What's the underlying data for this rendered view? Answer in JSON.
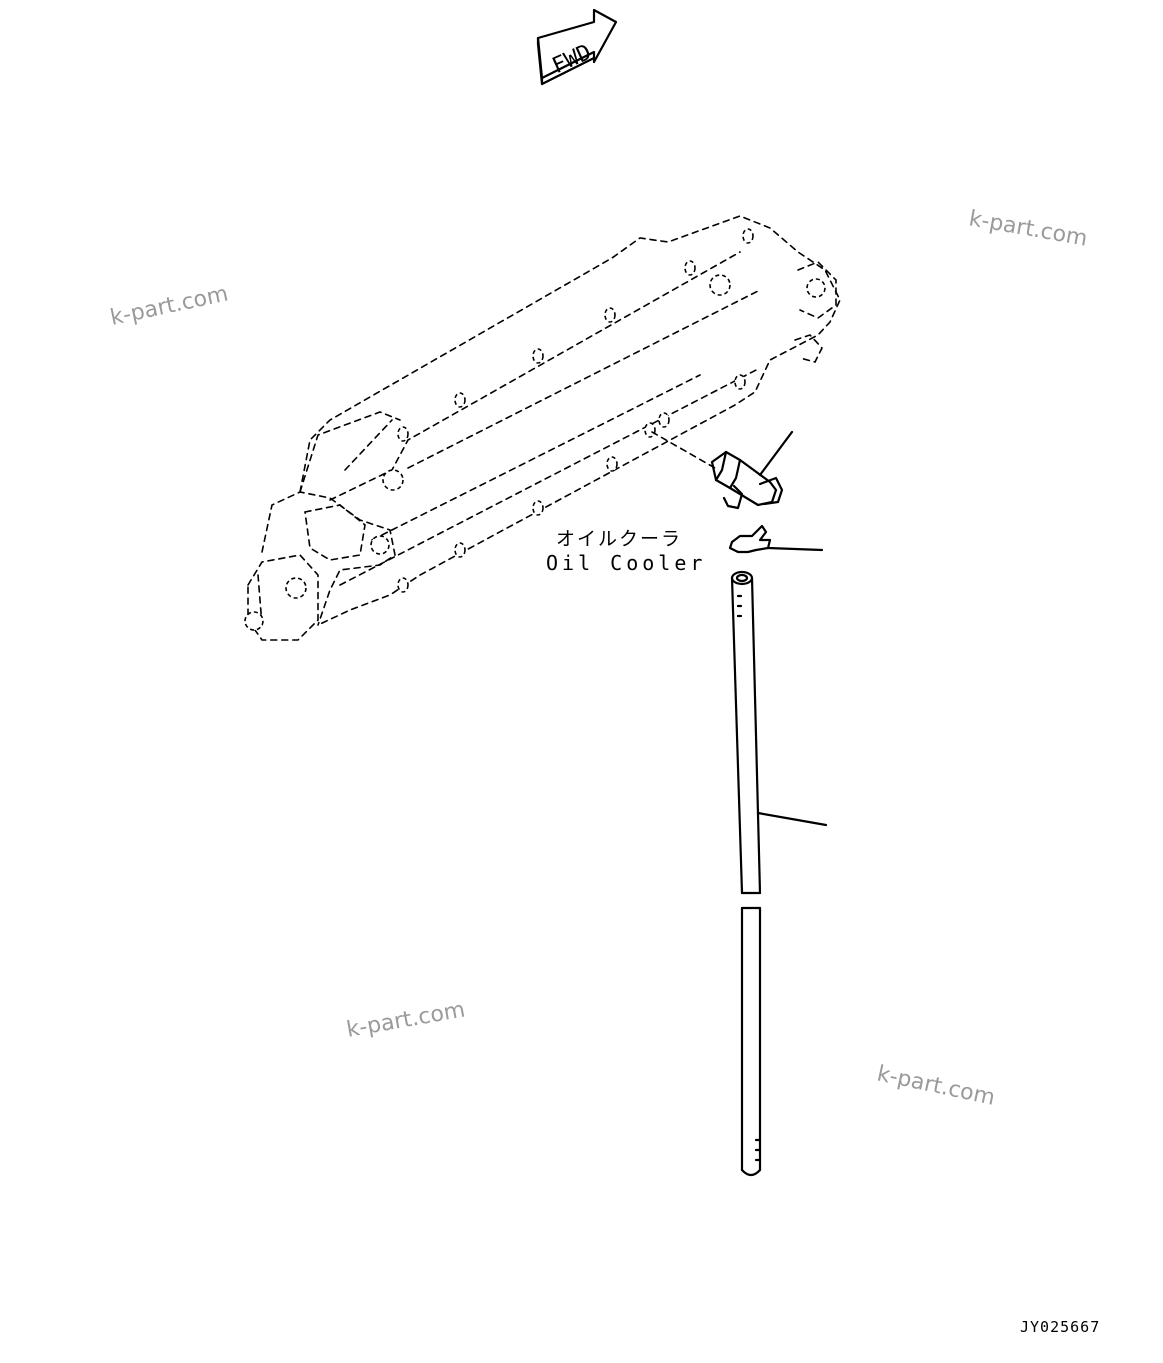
{
  "fwd_arrow": {
    "text": "FWD"
  },
  "component_label": {
    "jp": "オイルクーラ",
    "en": "Oil Cooler"
  },
  "drawing_number": "JY025667",
  "watermarks": [
    "k-part.com",
    "k-part.com",
    "k-part.com",
    "k-part.com"
  ]
}
